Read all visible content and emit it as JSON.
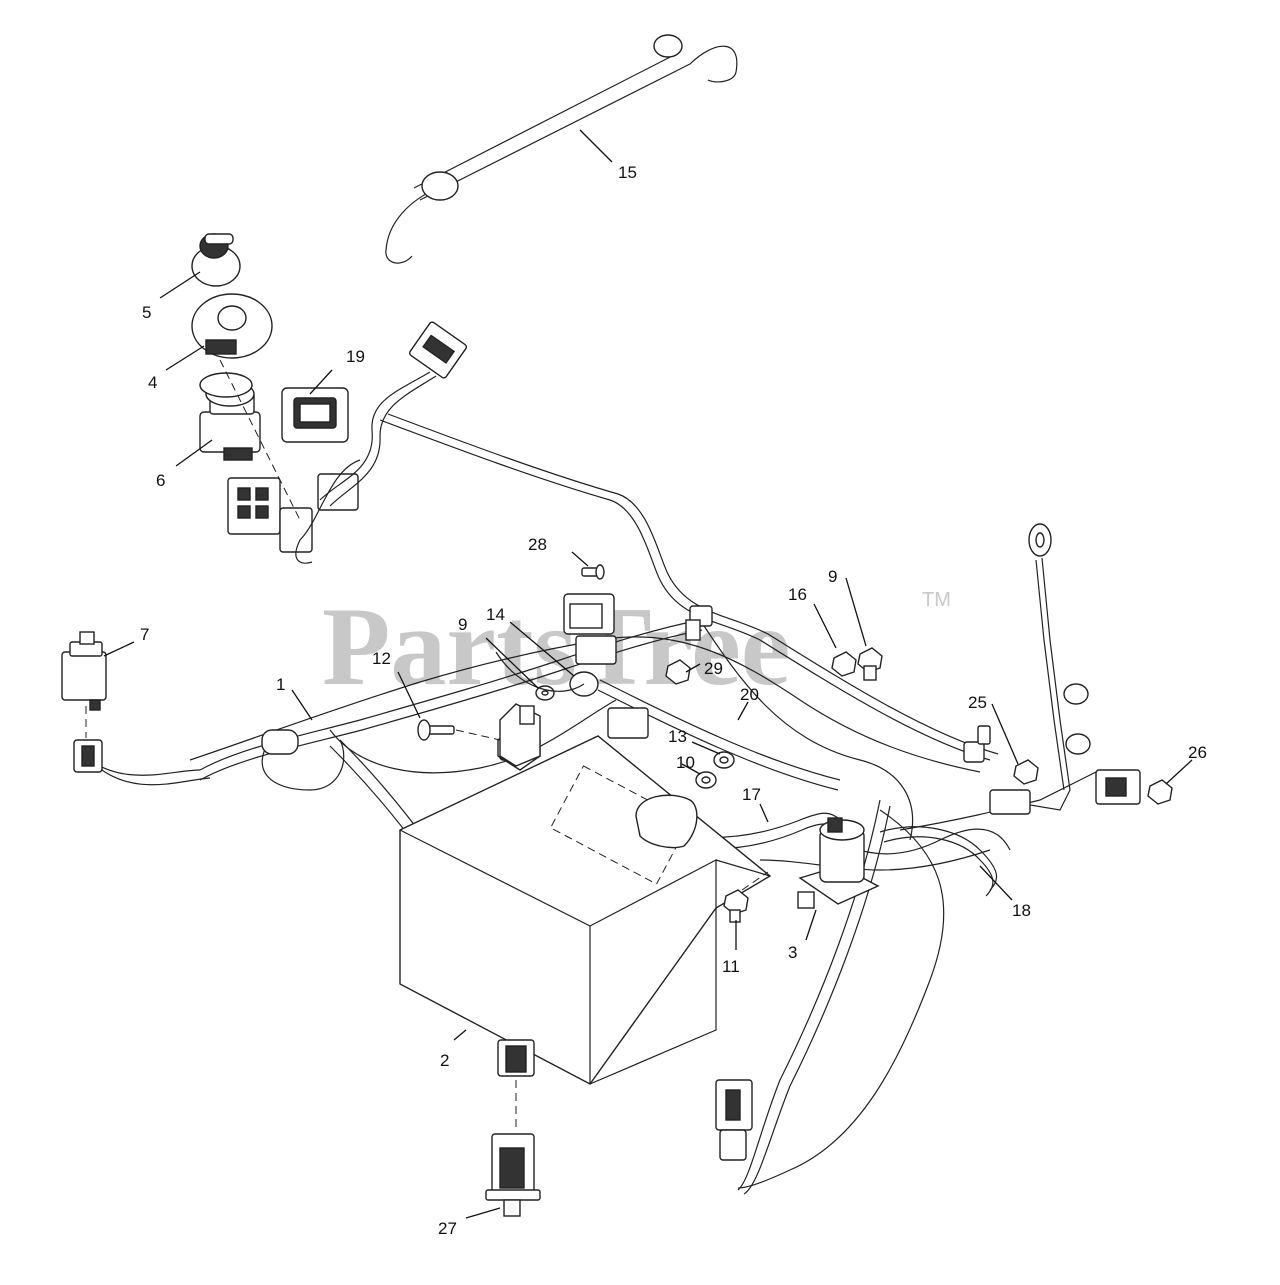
{
  "watermark": {
    "text": "PartsTree",
    "tm": "TM"
  },
  "callouts": [
    "1",
    "2",
    "3",
    "4",
    "5",
    "6",
    "7",
    "9",
    "10",
    "10",
    "11",
    "12",
    "13",
    "14",
    "15",
    "16",
    "17",
    "18",
    "19",
    "20",
    "25",
    "26",
    "27",
    "28",
    "29"
  ]
}
